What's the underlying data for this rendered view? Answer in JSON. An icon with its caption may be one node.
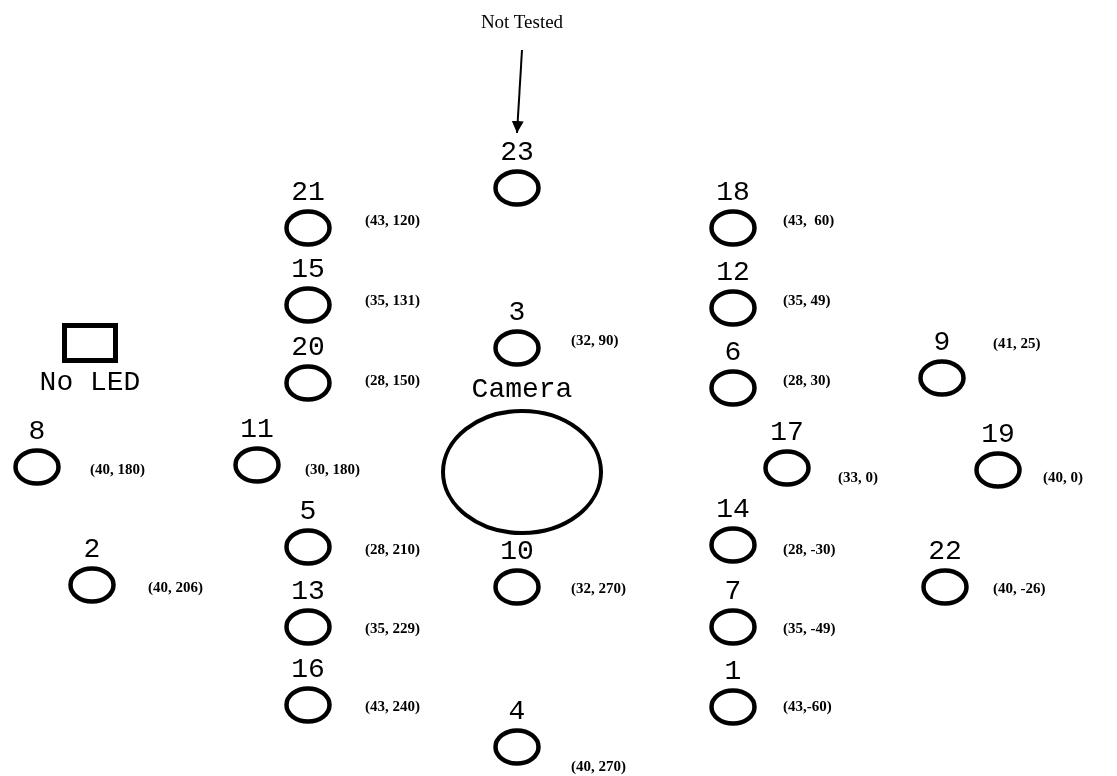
{
  "diagram": {
    "nodes": [
      {
        "text": [
          "Not Tested"
        ]
      },
      {
        "text": [
          "23"
        ]
      },
      {
        "text": [
          "21"
        ],
        "beside": [
          "(43, 120)"
        ]
      },
      {
        "text": [
          "18"
        ],
        "beside": [
          "(43,  60)"
        ]
      },
      {
        "text": [
          "15"
        ],
        "beside": [
          "(35, 131)"
        ]
      },
      {
        "text": [
          "12"
        ],
        "beside": [
          "(35, 49)"
        ]
      },
      {
        "text": [
          "3"
        ],
        "beside": [
          "(32, 90)"
        ]
      },
      {
        "text": [
          "9"
        ],
        "beside": [
          "(41, 25)"
        ]
      },
      {
        "text": [
          "20"
        ],
        "beside": [
          "(28, 150)"
        ]
      },
      {
        "text": [
          "No LED"
        ]
      },
      {
        "text": [
          "6"
        ],
        "beside": [
          "(28, 30)"
        ]
      },
      {
        "text": [
          "Camera"
        ]
      },
      {
        "text": [
          "8"
        ],
        "beside": [
          "(40, 180)"
        ]
      },
      {
        "text": [
          "11"
        ],
        "beside": [
          "(30, 180)"
        ]
      },
      {
        "text": [
          "17"
        ],
        "beside": [
          "(33, 0)"
        ]
      },
      {
        "text": [
          "19"
        ],
        "beside": [
          "(40, 0)"
        ]
      },
      {
        "text": [
          "5"
        ],
        "beside": [
          "(28, 210)"
        ]
      },
      {
        "text": [
          "14"
        ],
        "beside": [
          "(28, -30)"
        ]
      },
      {
        "text": [
          "2"
        ],
        "beside": [
          "(40, 206)"
        ]
      },
      {
        "text": [
          "10"
        ],
        "beside": [
          "(32, 270)"
        ]
      },
      {
        "text": [
          "22"
        ],
        "beside": [
          "(40, -26)"
        ]
      },
      {
        "text": [
          "13"
        ],
        "beside": [
          "(35, 229)"
        ]
      },
      {
        "text": [
          "7"
        ],
        "beside": [
          "(35, -49)"
        ]
      },
      {
        "text": [
          "16"
        ],
        "beside": [
          "(43, 240)"
        ]
      },
      {
        "text": [
          "1"
        ],
        "beside": [
          "(43,-60)"
        ]
      },
      {
        "text": [
          "4"
        ],
        "beside": [
          "(40, 270)"
        ]
      }
    ],
    "edges": [
      {
        "from": 0,
        "to": 1,
        "arrow": "to"
      }
    ]
  }
}
